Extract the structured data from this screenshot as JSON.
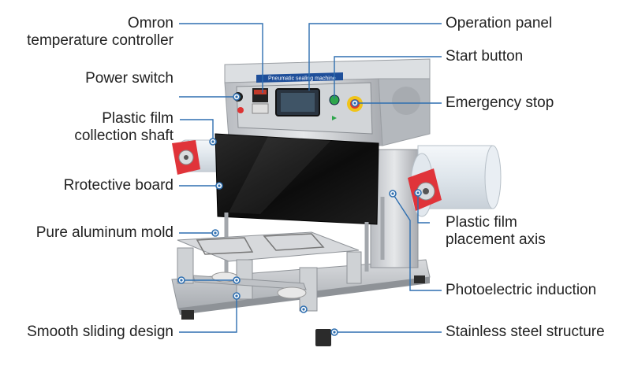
{
  "machine": {
    "panel_title": "Pneumatic sealing machine"
  },
  "labels": {
    "temperature_controller": "Omron\ntemperature controller",
    "power_switch": "Power switch",
    "film_collection_shaft": "Plastic film\ncollection shaft",
    "protective_board": "Rrotective board",
    "aluminum_mold": "Pure aluminum mold",
    "sliding_design": "Smooth sliding design",
    "operation_panel": "Operation panel",
    "start_button": "Start button",
    "emergency_stop": "Emergency stop",
    "film_placement_axis": "Plastic film\nplacement axis",
    "photoelectric_induction": "Photoelectric induction",
    "steel_structure": "Stainless steel structure"
  },
  "colors": {
    "leader_line": "#2f6fb0",
    "body_steel": "#c9ccd0",
    "protective_board": "#111111",
    "emergency_stop": "#e23a2a",
    "roller_hub": "#e0343a",
    "screen": "#2a3440"
  }
}
